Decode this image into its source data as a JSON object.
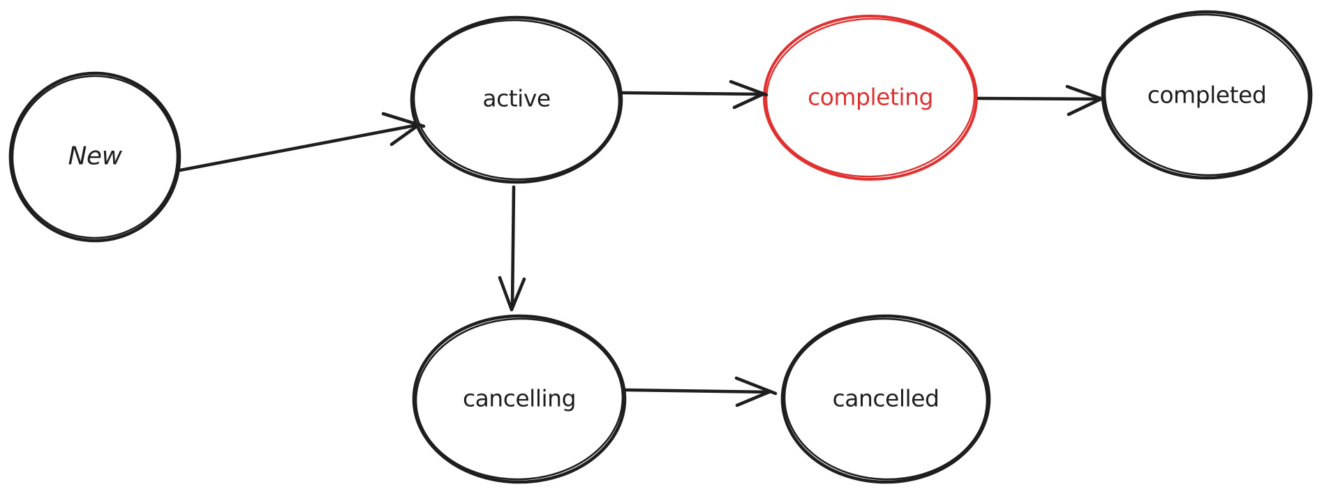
{
  "diagram": {
    "type": "state-diagram",
    "style": "hand-drawn",
    "colors": {
      "ink": "#1e1e1e",
      "highlight": "#e03131",
      "background": "#ffffff"
    },
    "nodes": [
      {
        "id": "new",
        "label": "New",
        "color": "#1e1e1e",
        "highlighted": false
      },
      {
        "id": "active",
        "label": "active",
        "color": "#1e1e1e",
        "highlighted": false
      },
      {
        "id": "completing",
        "label": "completing",
        "color": "#e03131",
        "highlighted": true
      },
      {
        "id": "completed",
        "label": "completed",
        "color": "#1e1e1e",
        "highlighted": false
      },
      {
        "id": "cancelling",
        "label": "cancelling",
        "color": "#1e1e1e",
        "highlighted": false
      },
      {
        "id": "cancelled",
        "label": "cancelled",
        "color": "#1e1e1e",
        "highlighted": false
      }
    ],
    "edges": [
      {
        "from": "new",
        "to": "active"
      },
      {
        "from": "active",
        "to": "completing"
      },
      {
        "from": "completing",
        "to": "completed"
      },
      {
        "from": "active",
        "to": "cancelling"
      },
      {
        "from": "cancelling",
        "to": "cancelled"
      }
    ]
  }
}
